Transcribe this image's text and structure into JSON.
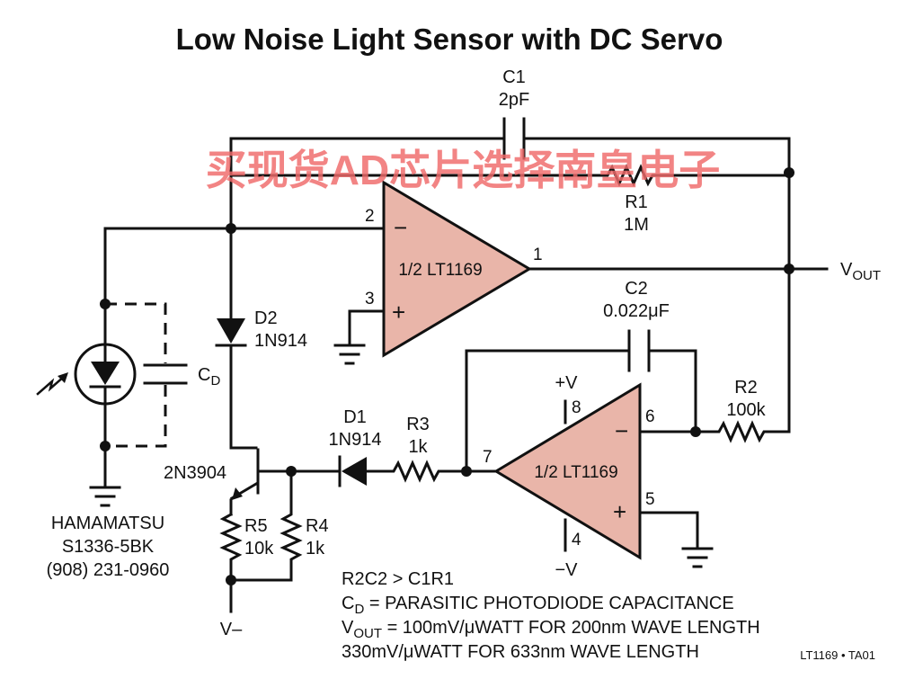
{
  "title": "Low Noise Light Sensor with DC Servo",
  "watermark": "买现货AD芯片选择南皇电子",
  "components": {
    "c1": {
      "ref": "C1",
      "value": "2pF"
    },
    "r1": {
      "ref": "R1",
      "value": "1M"
    },
    "c2": {
      "ref": "C2",
      "value": "0.022μF"
    },
    "r2": {
      "ref": "R2",
      "value": "100k"
    },
    "r3": {
      "ref": "R3",
      "value": "1k"
    },
    "r4": {
      "ref": "R4",
      "value": "1k"
    },
    "r5": {
      "ref": "R5",
      "value": "10k"
    },
    "d1": {
      "ref": "D1",
      "value": "1N914"
    },
    "d2": {
      "ref": "D2",
      "value": "1N914"
    },
    "q1": {
      "part": "2N3904"
    },
    "cd": {
      "ref": "C",
      "sub": "D"
    }
  },
  "opamp_top": {
    "label": "1/2 LT1169",
    "pin_inv": "2",
    "pin_noninv": "3",
    "pin_out": "1",
    "minus": "−",
    "plus": "+"
  },
  "opamp_bottom": {
    "label": "1/2 LT1169",
    "pin_inv": "6",
    "pin_noninv": "5",
    "pin_out": "7",
    "pin_vpos": "8",
    "pin_vneg": "4",
    "vpos": "+V",
    "vneg": "−V",
    "minus": "−",
    "plus": "+"
  },
  "output": {
    "label": "V",
    "sub": "OUT"
  },
  "supply_neg": "V–",
  "photodiode": {
    "maker": "HAMAMATSU",
    "part": "S1336-5BK",
    "phone": "(908) 231-0960"
  },
  "notes": {
    "line1": "R2C2 > C1R1",
    "line2_a": "C",
    "line2_sub": "D",
    "line2_b": " = PARASITIC PHOTODIODE CAPACITANCE",
    "line3_a": "V",
    "line3_sub": "OUT",
    "line3_b": " = 100mV/μWATT FOR 200nm WAVE LENGTH",
    "line4": "330mV/μWATT FOR 633nm WAVE LENGTH"
  },
  "figure_ref": "LT1169 • TA01"
}
